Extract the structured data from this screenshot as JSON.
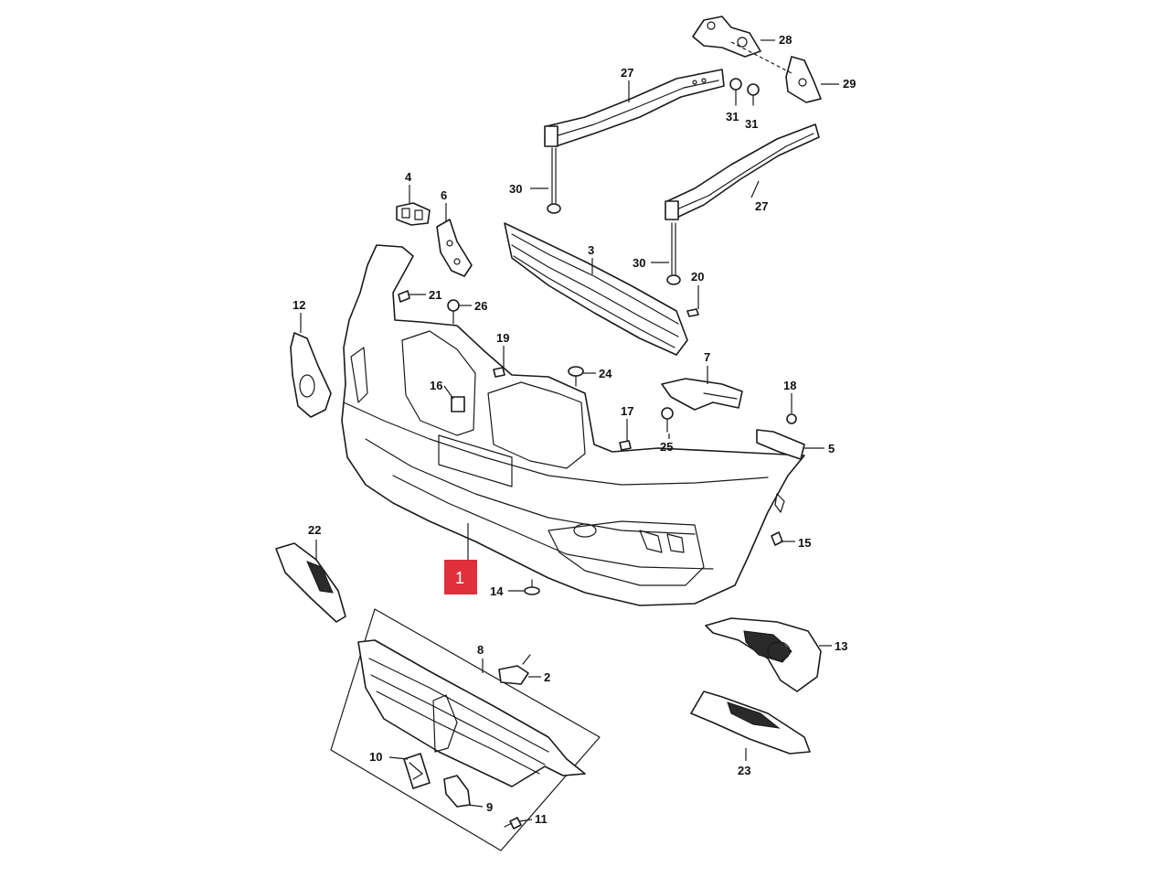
{
  "highlight_color": "#e0303c",
  "highlighted_part": "1",
  "labels": {
    "p1": "1",
    "p2": "2",
    "p3": "3",
    "p4": "4",
    "p5": "5",
    "p6": "6",
    "p7": "7",
    "p8": "8",
    "p9": "9",
    "p10": "10",
    "p11": "11",
    "p12": "12",
    "p13": "13",
    "p14": "14",
    "p15": "15",
    "p16": "16",
    "p17": "17",
    "p18": "18",
    "p19": "19",
    "p20": "20",
    "p21": "21",
    "p22": "22",
    "p23": "23",
    "p24": "24",
    "p25": "25",
    "p26": "26",
    "p27a": "27",
    "p27b": "27",
    "p28": "28",
    "p29": "29",
    "p30a": "30",
    "p30b": "30",
    "p31a": "31",
    "p31b": "31"
  }
}
